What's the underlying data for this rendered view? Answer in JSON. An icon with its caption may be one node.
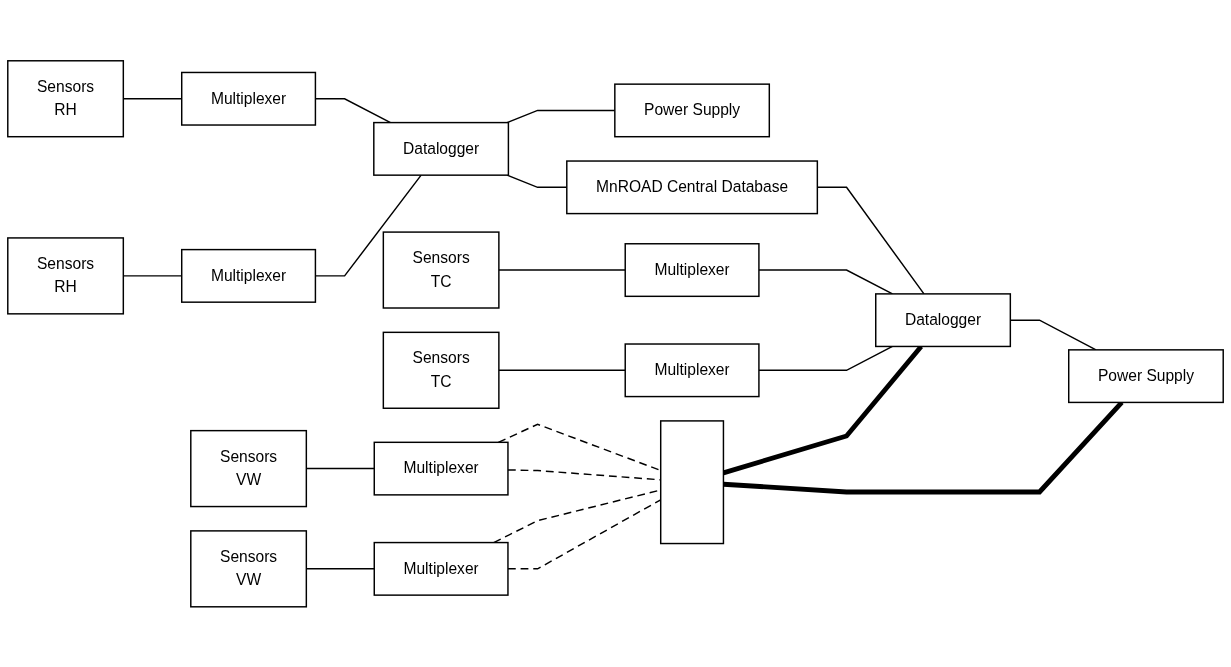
{
  "diagram": {
    "nodes": [
      {
        "text": [
          "Sensors",
          "RH"
        ]
      },
      {
        "text": [
          "Multiplexer"
        ]
      },
      {
        "text": [
          "Datalogger"
        ]
      },
      {
        "text": [
          "Sensors",
          "RH"
        ]
      },
      {
        "text": [
          "Multiplexer"
        ]
      },
      {
        "text": [
          "Power Supply"
        ]
      },
      {
        "text": [
          "Sensors",
          "TC"
        ]
      },
      {
        "text": [
          "Multiplexer"
        ]
      },
      {
        "text": [
          "MnROAD Central Database"
        ]
      },
      {
        "text": [
          "Sensors",
          "TC"
        ]
      },
      {
        "text": [
          "Multiplexer"
        ]
      },
      {
        "text": [
          "Sensors",
          "VW"
        ]
      },
      {
        "text": [
          "Multiplexer"
        ]
      },
      {
        "text": [],
        "shape": "box"
      },
      {
        "text": [
          "Datalogger"
        ]
      },
      {
        "text": [
          "Sensors",
          "VW"
        ]
      },
      {
        "text": [
          "Multiplexer"
        ]
      },
      {
        "text": [
          "Power Supply"
        ]
      }
    ],
    "edges": [
      {
        "from": 0,
        "to": 1,
        "arrow": "none"
      },
      {
        "from": 1,
        "to": 2,
        "arrow": "none"
      },
      {
        "from": 3,
        "to": 4,
        "arrow": "none"
      },
      {
        "from": 4,
        "to": 2,
        "arrow": "none"
      },
      {
        "from": 2,
        "to": 5,
        "arrow": "none"
      },
      {
        "from": 2,
        "to": 8,
        "arrow": "none"
      },
      {
        "from": 6,
        "to": 7,
        "arrow": "none"
      },
      {
        "from": 7,
        "to": 14,
        "arrow": "none"
      },
      {
        "from": 9,
        "to": 10,
        "arrow": "none"
      },
      {
        "from": 10,
        "to": 14,
        "arrow": "none"
      },
      {
        "from": 8,
        "to": 14,
        "arrow": "none"
      },
      {
        "from": 11,
        "to": 12,
        "arrow": "none"
      },
      {
        "from": 12,
        "to": 13,
        "arrow": "none",
        "style": "dashed"
      },
      {
        "from": 12,
        "to": 13,
        "arrow": "none",
        "style": "dashed"
      },
      {
        "from": 13,
        "to": 14,
        "arrow": "none",
        "style": "thick"
      },
      {
        "from": 14,
        "to": 17,
        "arrow": "none"
      },
      {
        "from": 15,
        "to": 16,
        "arrow": "none"
      },
      {
        "from": 16,
        "to": 13,
        "arrow": "none",
        "style": "dashed"
      },
      {
        "from": 16,
        "to": 13,
        "arrow": "none",
        "style": "dashed"
      },
      {
        "from": 13,
        "to": 17,
        "arrow": "none",
        "style": "thick"
      }
    ]
  }
}
